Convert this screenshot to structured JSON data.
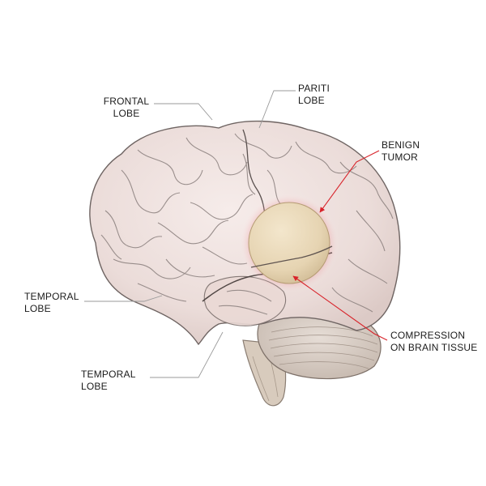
{
  "labels": {
    "frontal": {
      "line1": "FRONTAL",
      "line2": "LOBE"
    },
    "parietal": {
      "line1": "PARITI",
      "line2": "LOBE"
    },
    "tumor": {
      "line1": "BENIGN",
      "line2": "TUMOR"
    },
    "temporal_left": {
      "line1": "TEMPORAL",
      "line2": "LOBE"
    },
    "temporal_bottom": {
      "line1": "TEMPORAL",
      "line2": "LOBE"
    },
    "compression": {
      "line1": "COMPRESSION",
      "line2": "ON BRAIN TISSUE"
    }
  },
  "colors": {
    "brain_fill": "#efe2df",
    "brain_outline": "#6e6462",
    "gyri_lines": "#8a7f7d",
    "tumor_fill": "#e9d9bb",
    "tumor_glow": "#e8505a",
    "leader_gray": "#9a9a9a",
    "leader_red": "#d8232a",
    "cerebellum_fill": "#d9cfc8",
    "brainstem_fill": "#d8cbbd"
  }
}
